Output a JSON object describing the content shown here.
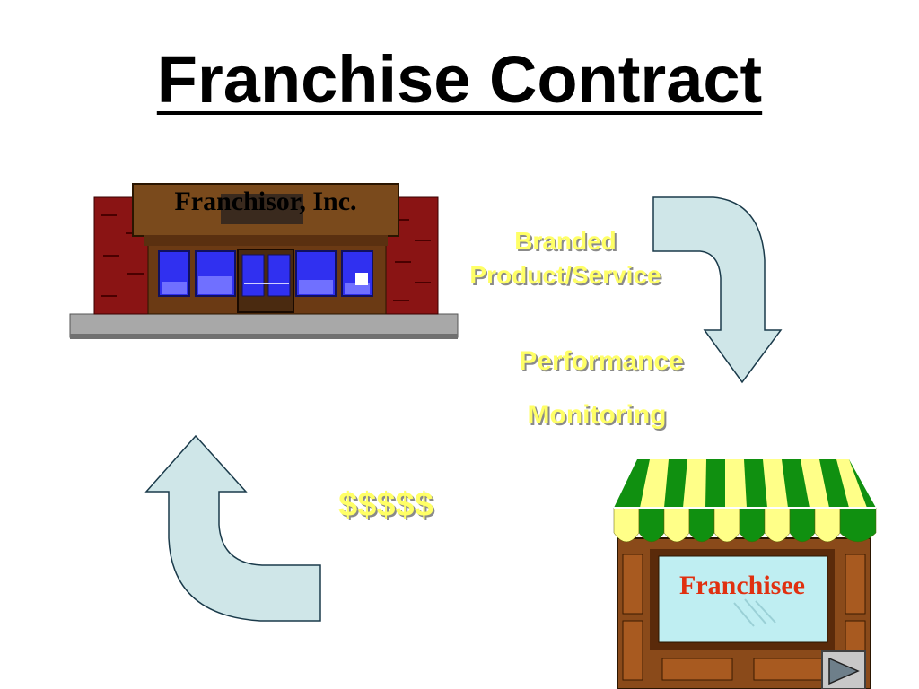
{
  "slide": {
    "title": "Franchise Contract",
    "franchisor_sign": "Franchisor, Inc.",
    "franchisee_sign": "Franchisee",
    "flow_labels": {
      "branded": "Branded Product/Service",
      "performance": "Performance",
      "monitoring": "Monitoring",
      "money": "$$$$$"
    }
  },
  "colors": {
    "label_yellow": "#ffff66",
    "arrow_fill": "#cfe6e8",
    "awning_green": "#109010",
    "awning_yellow": "#ffff88",
    "franchisee_red": "#e03010"
  },
  "icons": [
    "franchisor-store-icon",
    "franchisee-kiosk-icon",
    "curved-arrow-down-icon",
    "curved-arrow-up-icon",
    "play-button-icon"
  ]
}
